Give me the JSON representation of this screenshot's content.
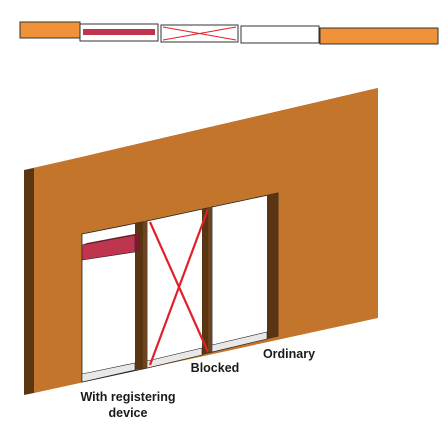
{
  "labels": {
    "registering": [
      "With registering",
      "device"
    ],
    "blocked": "Blocked",
    "ordinary": "Ordinary"
  },
  "colors": {
    "wall_face": "#c3752c",
    "wall_edge": "#5a3512",
    "wall_top": "#6b4520",
    "plan_wall": "#f0923a",
    "opening": "#ffffff",
    "device": "#c0354e",
    "blocked_cross": "#e0202a",
    "outline": "#222222"
  },
  "icons": [
    "plan-view-strip",
    "wall-3d-view",
    "device-bar",
    "blocked-cross"
  ]
}
